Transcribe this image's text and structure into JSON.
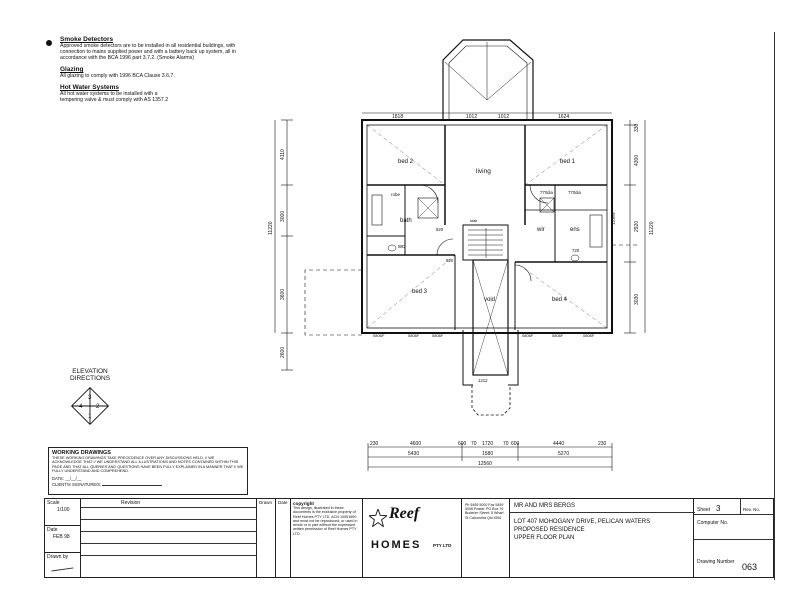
{
  "notes": {
    "smoke_title": "Smoke Detectors",
    "smoke_text": "Approved smoke detectors are to be installed in all residential buildings, with connection to mains supplied power and with a battery back up system, all in accordance with the BCA 1996 part 3.7.2. (Smoke Alarms)",
    "glazing_title": "Glazing",
    "glazing_text": "All glazing to comply with 1996 BCA Clause 3.6.7.",
    "hotwater_title": "Hot Water Systems",
    "hotwater_text_1": "All hot water systems to be installed with a",
    "hotwater_text_2": "tempering valve & must comply with AS 1357.2"
  },
  "rooms": {
    "bed2": "bed 2",
    "living": "living",
    "bed1": "bed 1",
    "bath": "bath",
    "wc": "wc",
    "robe": "robe",
    "wir": "wir",
    "ens": "ens",
    "bed3": "bed 3",
    "void": "void",
    "bed4": "bed 4",
    "stair": "stair"
  },
  "dims": {
    "top": [
      "1818",
      "1012",
      "1012",
      "1624"
    ],
    "left": [
      "4110",
      "3000",
      "3600",
      "2600"
    ],
    "left_total": "11220",
    "right": [
      "330",
      "4300",
      "2920",
      "3030"
    ],
    "right_total": "11220",
    "bottom_row1": [
      "230",
      "4600",
      "600",
      "70",
      "1720",
      "70",
      "600",
      "4440",
      "230"
    ],
    "bottom_row2": [
      "5430",
      "1580",
      "5270"
    ],
    "bottom_total": "12560",
    "misc": [
      "770dia",
      "770dia",
      "820",
      "820",
      "720",
      "1212",
      "0806F",
      "0806F",
      "0806F",
      "0806F",
      "0806F",
      "0806F",
      "1206W"
    ]
  },
  "elevation": {
    "title_1": "ELEVATION",
    "title_2": "DIRECTIONS",
    "numbers": [
      "3",
      "4",
      "2",
      "1"
    ]
  },
  "working": {
    "title": "WORKING DRAWINGS",
    "text": "THESE WORKING DRAWINGS TAKE PRECEDENCE OVER ANY DISCUSSIONS HELD. I/ WE ACKNOWLEDGE THAT I/ WE UNDERSTAND ALL ILLUSTRATIONS AND NOTES CONTAINED WITHIN THIS PAGE AND THAT ALL QUERIES AND QUESTIONS HAVE BEEN FULLY EXPLAINED IN A MANNER THAT I/ WE FULLY UNDERSTAND AND COMPREHEND.",
    "date_label": "DATE:",
    "date_value": "__/__/__",
    "client_label": "CLIENT/S SIGNATURE/S:"
  },
  "titleblock": {
    "scale_label": "Scale",
    "scale_value": "1/100",
    "date_label": "Date",
    "date_value": "FEB 98",
    "drawn_label": "Drawn by",
    "revision_label": "Revision",
    "drawn_col": "Drawn",
    "date_col": "Date",
    "copyright_title": "copyright",
    "copyright_text": "This design, illustrated in these documents is the exclusive property of Reef Homes PTY LTD, ACN 10051690 and must not be reproduced, or used in whole or in part without the expressed written permission of Reef Homes PTY LTD",
    "brand": "Reef",
    "brand_sub": "HOMES",
    "brand_pty": "PTY LTD",
    "contact_text": "Ph 5459 5000 Fax 5459 5006 Postal: PO Box 76 Buderim Street: 5 Wharf St Caloundra Qld 4551",
    "client": "MR AND MRS BERGS",
    "address": "LOT 407 MOHOGANY DRIVE, PELICAN WATERS",
    "project": "PROPOSED RESIDENCE",
    "sheet_title": "UPPER FLOOR PLAN",
    "sheet_label": "Sheet",
    "sheet_value": "3",
    "rev_label": "Rev. No.",
    "computer_label": "Computer No.",
    "drawing_label": "Drawing Number",
    "drawing_value": "063"
  }
}
